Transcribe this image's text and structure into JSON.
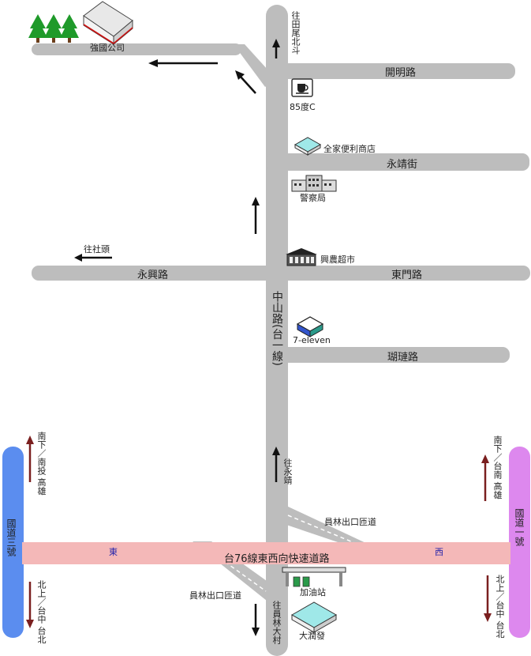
{
  "company": {
    "label": "強國公司"
  },
  "roads": {
    "kaiming": "開明路",
    "yongjing": "永靖街",
    "yongxing": "永興路",
    "dongmen": "東門路",
    "hulian": "瑚璉路",
    "zhongshan": "中山路(台一線)",
    "expressway": "台76線東西向快速道路",
    "expressway_east": "東",
    "expressway_west": "西",
    "fwy3": "國道三號",
    "fwy1": "國道一號"
  },
  "directions": {
    "to_tianwei_beidou": "往田尾北斗",
    "to_shetou": "往社頭",
    "to_yongjing": "往永靖",
    "to_yuanlin_dacun": "往員林大村",
    "fwy3_south": "南下／南投 高雄",
    "fwy3_north": "北上／台中 台北",
    "fwy1_south": "南下／台南 高雄",
    "fwy1_north": "北上／台中 台北"
  },
  "ramps": {
    "yuanlin_exit_upper": "員林出口匝道",
    "yuanlin_exit_lower": "員林出口匝道"
  },
  "places": {
    "cafe85": "85度C",
    "familymart": "全家便利商店",
    "police": "警察局",
    "xingnong": "興農超市",
    "seveneleven": "7-eleven",
    "gas": "加油站",
    "darunfa": "大潤發"
  },
  "colors": {
    "road": "#bdbdbd",
    "expressway": "#f4b8b8",
    "fwy3": "#5b8def",
    "fwy1": "#dd88ee",
    "tree": "#1f9a2a",
    "arrow_dark_red": "#7a1f1f"
  }
}
